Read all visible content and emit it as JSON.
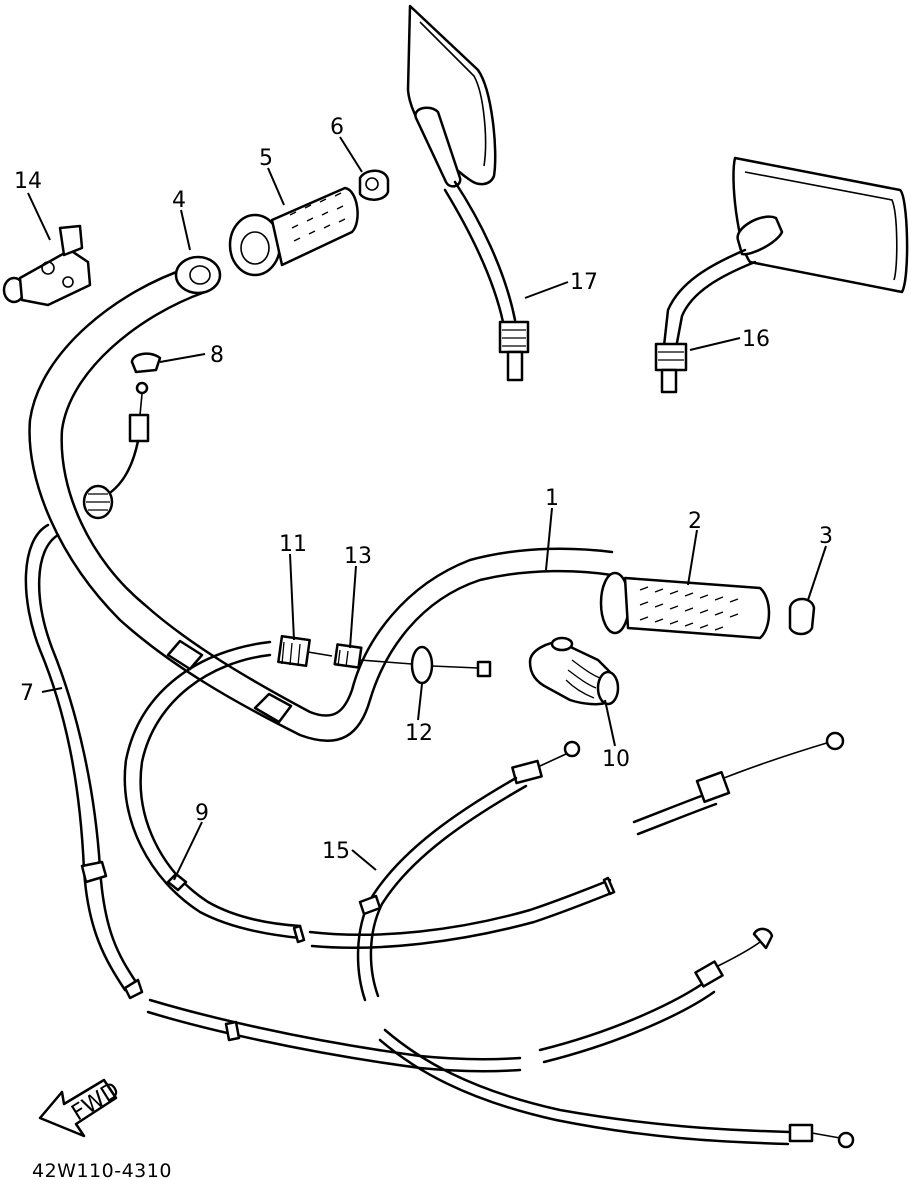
{
  "diagram": {
    "drawing_code": "42W110-4310",
    "forward_label": "FWD",
    "callouts": [
      {
        "id": "1",
        "text": "1"
      },
      {
        "id": "2",
        "text": "2"
      },
      {
        "id": "3",
        "text": "3"
      },
      {
        "id": "4",
        "text": "4"
      },
      {
        "id": "5",
        "text": "5"
      },
      {
        "id": "6",
        "text": "6"
      },
      {
        "id": "7",
        "text": "7"
      },
      {
        "id": "8",
        "text": "8"
      },
      {
        "id": "9",
        "text": "9"
      },
      {
        "id": "10",
        "text": "10"
      },
      {
        "id": "11",
        "text": "11"
      },
      {
        "id": "12",
        "text": "12"
      },
      {
        "id": "13",
        "text": "13"
      },
      {
        "id": "14",
        "text": "14"
      },
      {
        "id": "15",
        "text": "15"
      },
      {
        "id": "16",
        "text": "16"
      },
      {
        "id": "17",
        "text": "17"
      }
    ]
  }
}
